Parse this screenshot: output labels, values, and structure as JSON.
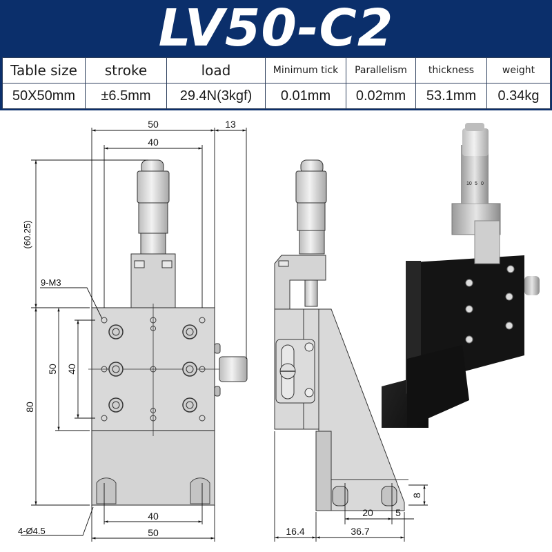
{
  "title": "LV50-C2",
  "spec_table": {
    "headers": [
      "Table size",
      "stroke",
      "load",
      "Minimum tick",
      "Parallelism",
      "thickness",
      "weight"
    ],
    "values": [
      "50X50mm",
      "±6.5mm",
      "29.4N(3kgf)",
      "0.01mm",
      "0.02mm",
      "53.1mm",
      "0.34kg"
    ]
  },
  "front_view": {
    "dim_top_outer": "50",
    "dim_top_inner": "40",
    "dim_knob": "13",
    "dim_height_total": "(60.25)",
    "dim_left_80": "80",
    "dim_left_50": "50",
    "dim_left_40": "40",
    "dim_bottom_inner": "40",
    "dim_bottom_outer": "50",
    "note_holes": "9-M3",
    "note_mount": "4-Ø4.5"
  },
  "side_view": {
    "dim_offset": "16.4",
    "dim_base": "36.7",
    "dim_hole_pitch": "20",
    "dim_hole_edge": "5",
    "dim_thickness": "8"
  },
  "photo": {
    "micrometer_scale": [
      "10",
      "5",
      "0"
    ]
  },
  "colors": {
    "header_bg": "#0b2f6b",
    "part_fill": "#d9d9d9",
    "photo_body": "#1a1a1a"
  }
}
